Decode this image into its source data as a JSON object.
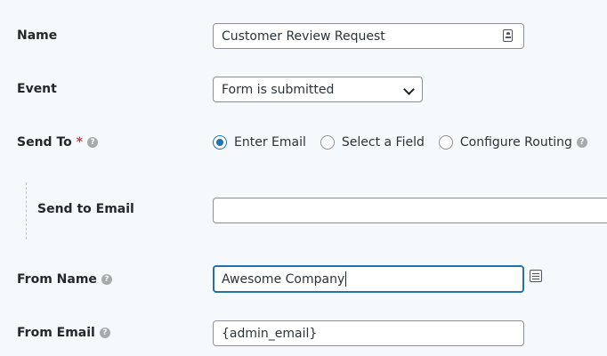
{
  "fields": {
    "name": {
      "label": "Name",
      "value": "Customer Review Request"
    },
    "event": {
      "label": "Event",
      "selected": "Form is submitted"
    },
    "send_to": {
      "label": "Send To",
      "required_marker": "*",
      "options": [
        "Enter Email",
        "Select a Field",
        "Configure Routing"
      ],
      "selected": "Enter Email"
    },
    "send_to_email": {
      "label": "Send to Email",
      "value": ""
    },
    "from_name": {
      "label": "From Name",
      "value": "Awesome Company"
    },
    "from_email": {
      "label": "From Email",
      "value": "{admin_email}"
    }
  },
  "help_glyph": "?",
  "colors": {
    "background": "#f6f9fc",
    "accent": "#2271b1",
    "required": "#d63638",
    "help_icon": "#a7aaad"
  }
}
